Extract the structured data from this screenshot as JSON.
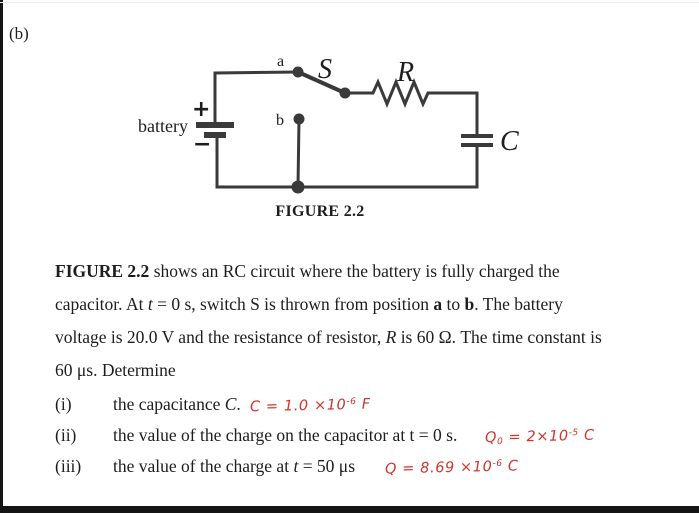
{
  "page": {
    "part_label": "(b)"
  },
  "colors": {
    "ink": "#1d1d1d",
    "circuit_stroke": "#3a3a3a",
    "annotation_red": "#d0342c"
  },
  "figure": {
    "caption": "FIGURE 2.2",
    "labels": {
      "battery": "battery",
      "plus": "+",
      "minus": "−",
      "point_a": "a",
      "point_b": "b",
      "switch": "S",
      "resistor": "R",
      "capacitor": "C"
    }
  },
  "paragraph": {
    "lines": [
      [
        {
          "t": "FIGURE 2.2",
          "s": "b"
        },
        {
          "t": " shows an RC circuit where the battery is fully charged the",
          "s": ""
        }
      ],
      [
        {
          "t": "capacitor. At ",
          "s": ""
        },
        {
          "t": "t",
          "s": "i"
        },
        {
          "t": " = 0 s, switch S is thrown from position ",
          "s": ""
        },
        {
          "t": "a",
          "s": "b"
        },
        {
          "t": " to ",
          "s": ""
        },
        {
          "t": "b",
          "s": "b"
        },
        {
          "t": ". The battery",
          "s": ""
        }
      ],
      [
        {
          "t": "voltage is 20.0 V and the resistance of resistor, ",
          "s": ""
        },
        {
          "t": "R",
          "s": "i"
        },
        {
          "t": " is 60 Ω. The time constant is",
          "s": ""
        }
      ],
      [
        {
          "t": "60 μs. Determine",
          "s": ""
        }
      ]
    ]
  },
  "questions": {
    "items": [
      {
        "num": "(i)",
        "runs": [
          {
            "t": "the capacitance ",
            "s": ""
          },
          {
            "t": "C",
            "s": "i"
          },
          {
            "t": ".",
            "s": ""
          }
        ],
        "answer_runs": [
          {
            "t": "C = 1.0 ×10",
            "s": ""
          },
          {
            "t": "-6",
            "s": "sup"
          },
          {
            "t": " F",
            "s": ""
          }
        ]
      },
      {
        "num": "(ii)",
        "runs": [
          {
            "t": "the value of the charge on the capacitor at t = 0 s.",
            "s": ""
          }
        ],
        "answer_runs": [
          {
            "t": "Q",
            "s": ""
          },
          {
            "t": "0",
            "s": "sub"
          },
          {
            "t": " = 2×10",
            "s": ""
          },
          {
            "t": "-5",
            "s": "sup"
          },
          {
            "t": " C",
            "s": ""
          }
        ]
      },
      {
        "num": "(iii)",
        "runs": [
          {
            "t": "the value of the charge at ",
            "s": ""
          },
          {
            "t": "t",
            "s": "i"
          },
          {
            "t": " = 50 μs",
            "s": ""
          }
        ],
        "answer_runs": [
          {
            "t": "Q = 8.69 ×10",
            "s": ""
          },
          {
            "t": "-6",
            "s": "sup"
          },
          {
            "t": " C",
            "s": ""
          }
        ]
      }
    ]
  }
}
